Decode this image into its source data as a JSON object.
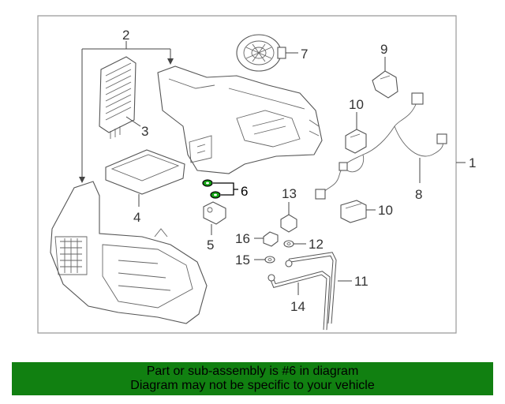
{
  "callouts": {
    "c1": "1",
    "c2": "2",
    "c3": "3",
    "c4": "4",
    "c5": "5",
    "c6": "6",
    "c7": "7",
    "c8": "8",
    "c9": "9",
    "c10a": "10",
    "c10b": "10",
    "c11": "11",
    "c12": "12",
    "c13": "13",
    "c14": "14",
    "c15": "15",
    "c16": "16"
  },
  "highlight_part": "6",
  "colors": {
    "banner": "#118011",
    "highlight": "#15a115",
    "frame": "#999999",
    "line": "#555555"
  },
  "banner": {
    "line1": "Part or sub-assembly is #6 in diagram",
    "line2": "Diagram may not be specific to your vehicle"
  }
}
